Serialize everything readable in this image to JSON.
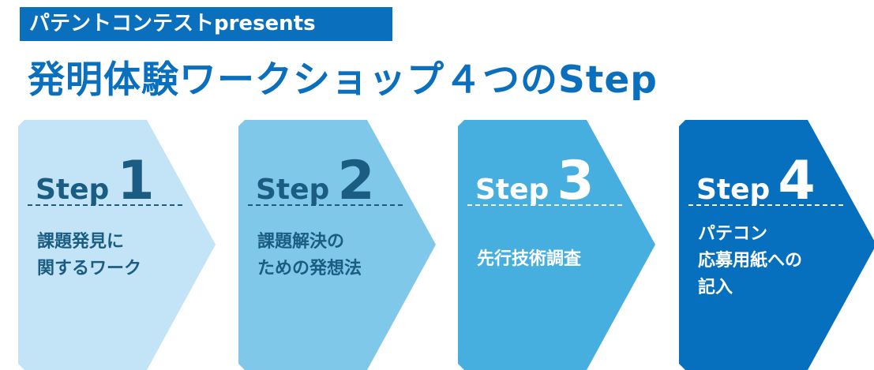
{
  "banner": "パテントコンテストpresents",
  "title": "発明体験ワークショップ４つのStep",
  "steps": [
    {
      "word": "Step",
      "num": "1",
      "desc": "課題発見に\n関するワーク"
    },
    {
      "word": "Step",
      "num": "2",
      "desc": "課題解決の\nための発想法"
    },
    {
      "word": "Step",
      "num": "3",
      "desc": "先行技術調査"
    },
    {
      "word": "Step",
      "num": "4",
      "desc": "パテコン\n応募用紙への\n記入"
    }
  ],
  "colors": {
    "accent": "#0a6fbd",
    "step1": "#c2e4f6",
    "step2": "#80c8ea",
    "step3": "#47aee0",
    "step4": "#0670bf"
  }
}
